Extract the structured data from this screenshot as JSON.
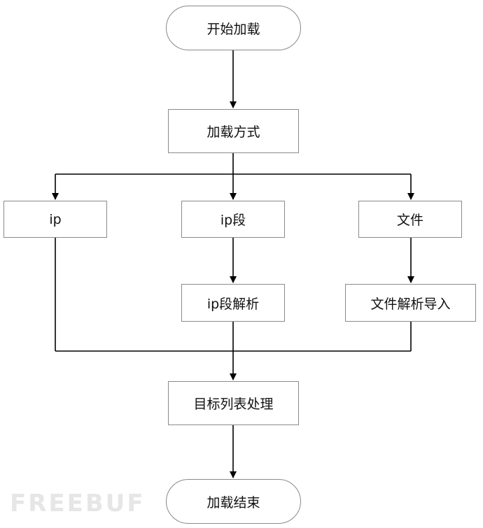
{
  "nodes": {
    "start": "开始加载",
    "load_method": "加载方式",
    "ip": "ip",
    "ip_range": "ip段",
    "file": "文件",
    "ip_range_parse": "ip段解析",
    "file_parse_import": "文件解析导入",
    "target_processing": "目标列表处理",
    "end": "加载结束"
  },
  "watermark": "FREEBUF"
}
